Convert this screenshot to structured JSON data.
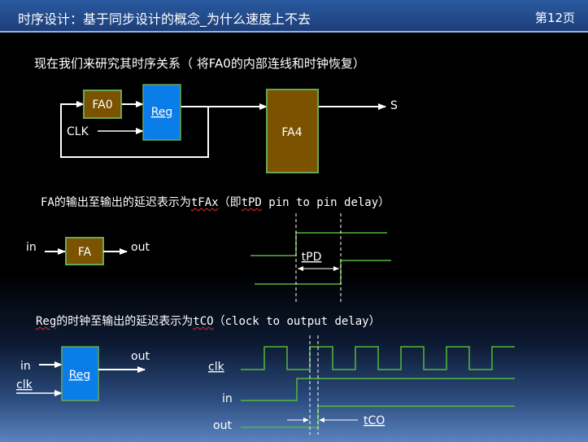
{
  "header": {
    "title": "时序设计：基于同步设计的概念_为什么速度上不去",
    "page": "第12页"
  },
  "section1": {
    "heading": "现在我们来研究其时序关系（ 将FA0的内部连线和时钟恢复）",
    "fa0_label": "FA0",
    "reg_label": "Reg",
    "clk_label": "CLK",
    "fa4_label": "FA4",
    "s_label": "S"
  },
  "section2": {
    "heading_pre": "FA的输出至输出的延迟表示为",
    "heading_term": "tFAx",
    "heading_mid": "（即",
    "heading_term2": "tPD",
    "heading_post": " pin to pin delay）",
    "in_label": "in",
    "fa_label": "FA",
    "out_label": "out",
    "tpd_label": "tPD"
  },
  "section3": {
    "heading_term": "Reg",
    "heading_mid": "的时钟至输出的延迟表示为",
    "heading_term2": "tCO",
    "heading_post": "（clock to output delay）",
    "in_label": "in",
    "clk_label": "clk",
    "reg_label": "Reg",
    "out_label": "out",
    "wave_clk": "clk",
    "wave_in": "in",
    "wave_out": "out",
    "tco_label": "tCO"
  },
  "colors": {
    "header_bg": "#1c3d78",
    "fa_fill": "#7a5200",
    "fa_border": "#6aa84f",
    "reg_fill": "#0a7de8",
    "wave": "#55b83a",
    "line": "#ffffff"
  }
}
